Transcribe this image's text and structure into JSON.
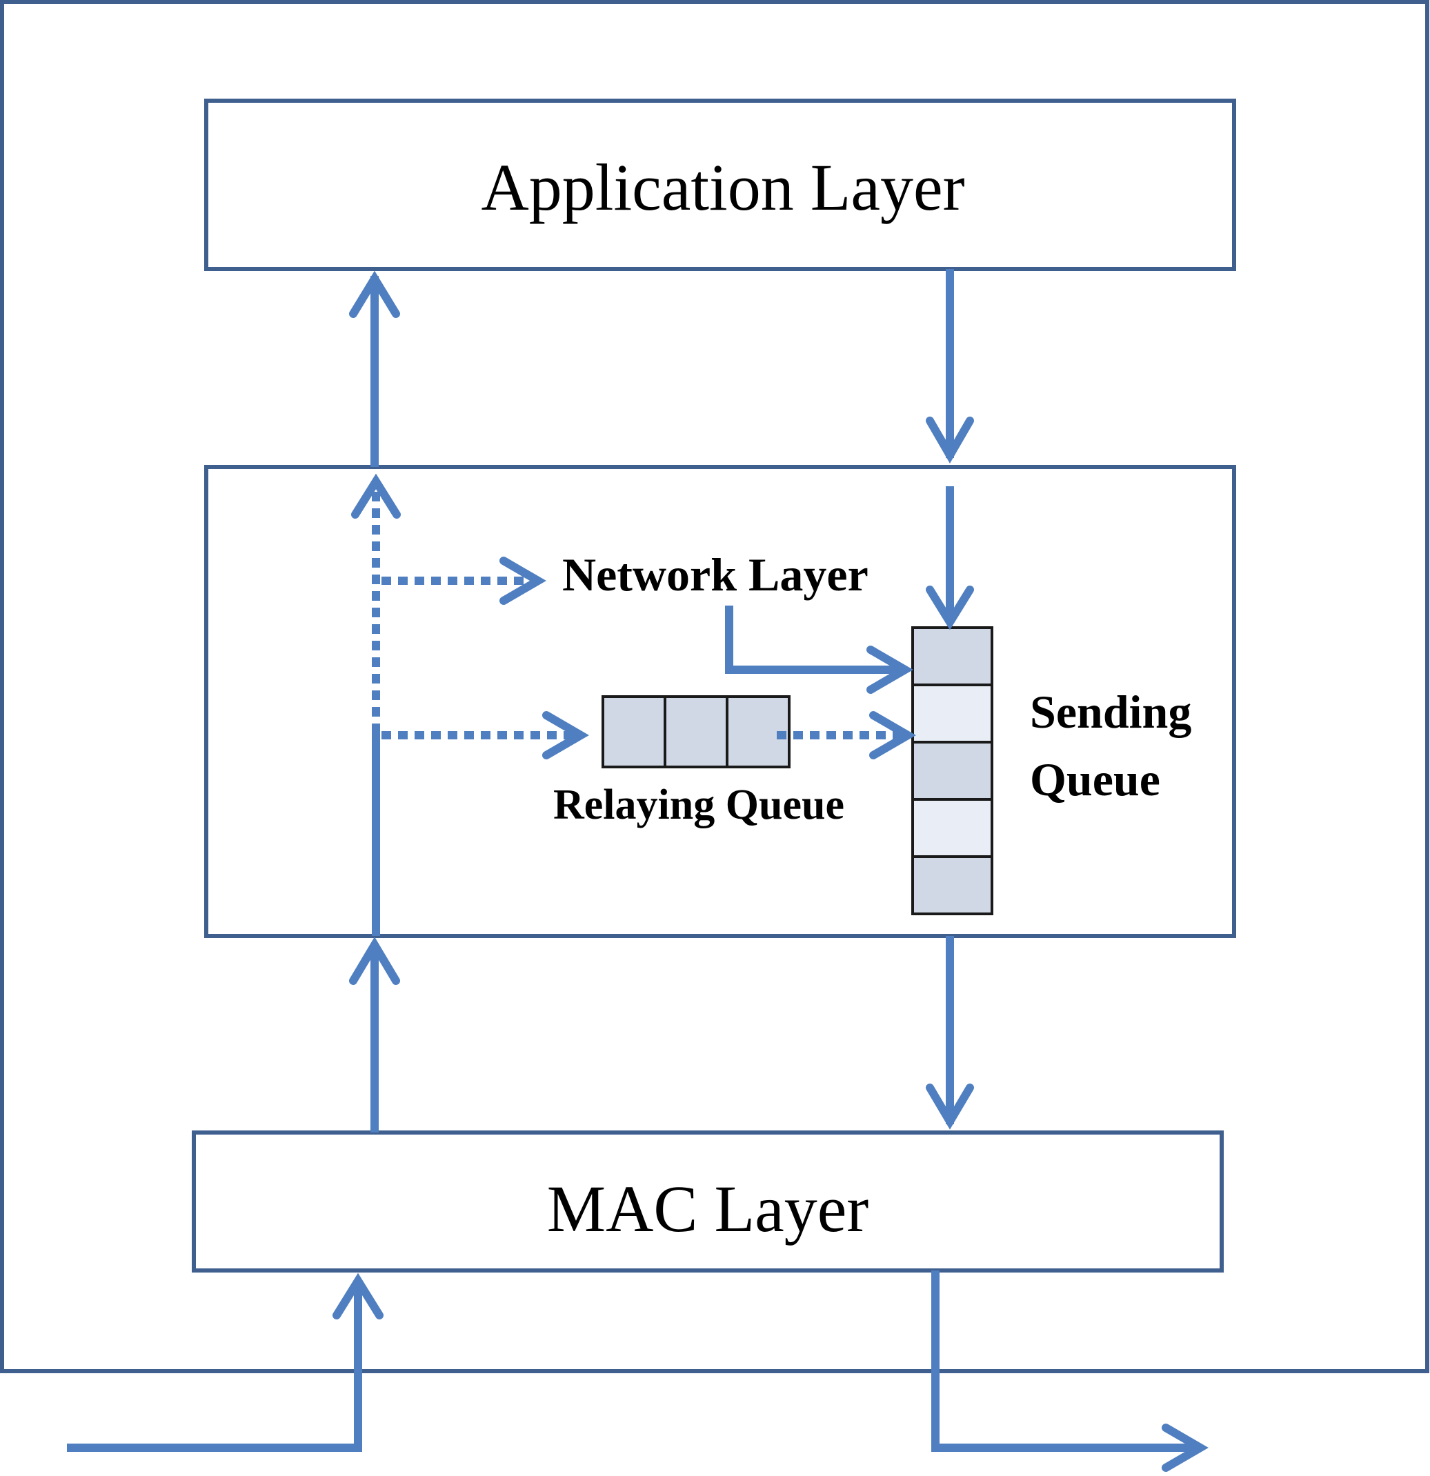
{
  "labels": {
    "application_layer": "Application Layer",
    "network_layer": "Network Layer",
    "relaying_queue": "Relaying Queue",
    "sending_queue_line1": "Sending",
    "sending_queue_line2": "Queue",
    "mac_layer": "MAC Layer"
  },
  "colors": {
    "arrow": "#4f7fc0",
    "frame": "#3f5f8f",
    "cell_dark": "#d0d8e6",
    "cell_light": "#e9eef6"
  },
  "relaying_queue_cells": 3,
  "sending_queue_cells": [
    "dark",
    "light",
    "dark",
    "light",
    "dark"
  ]
}
